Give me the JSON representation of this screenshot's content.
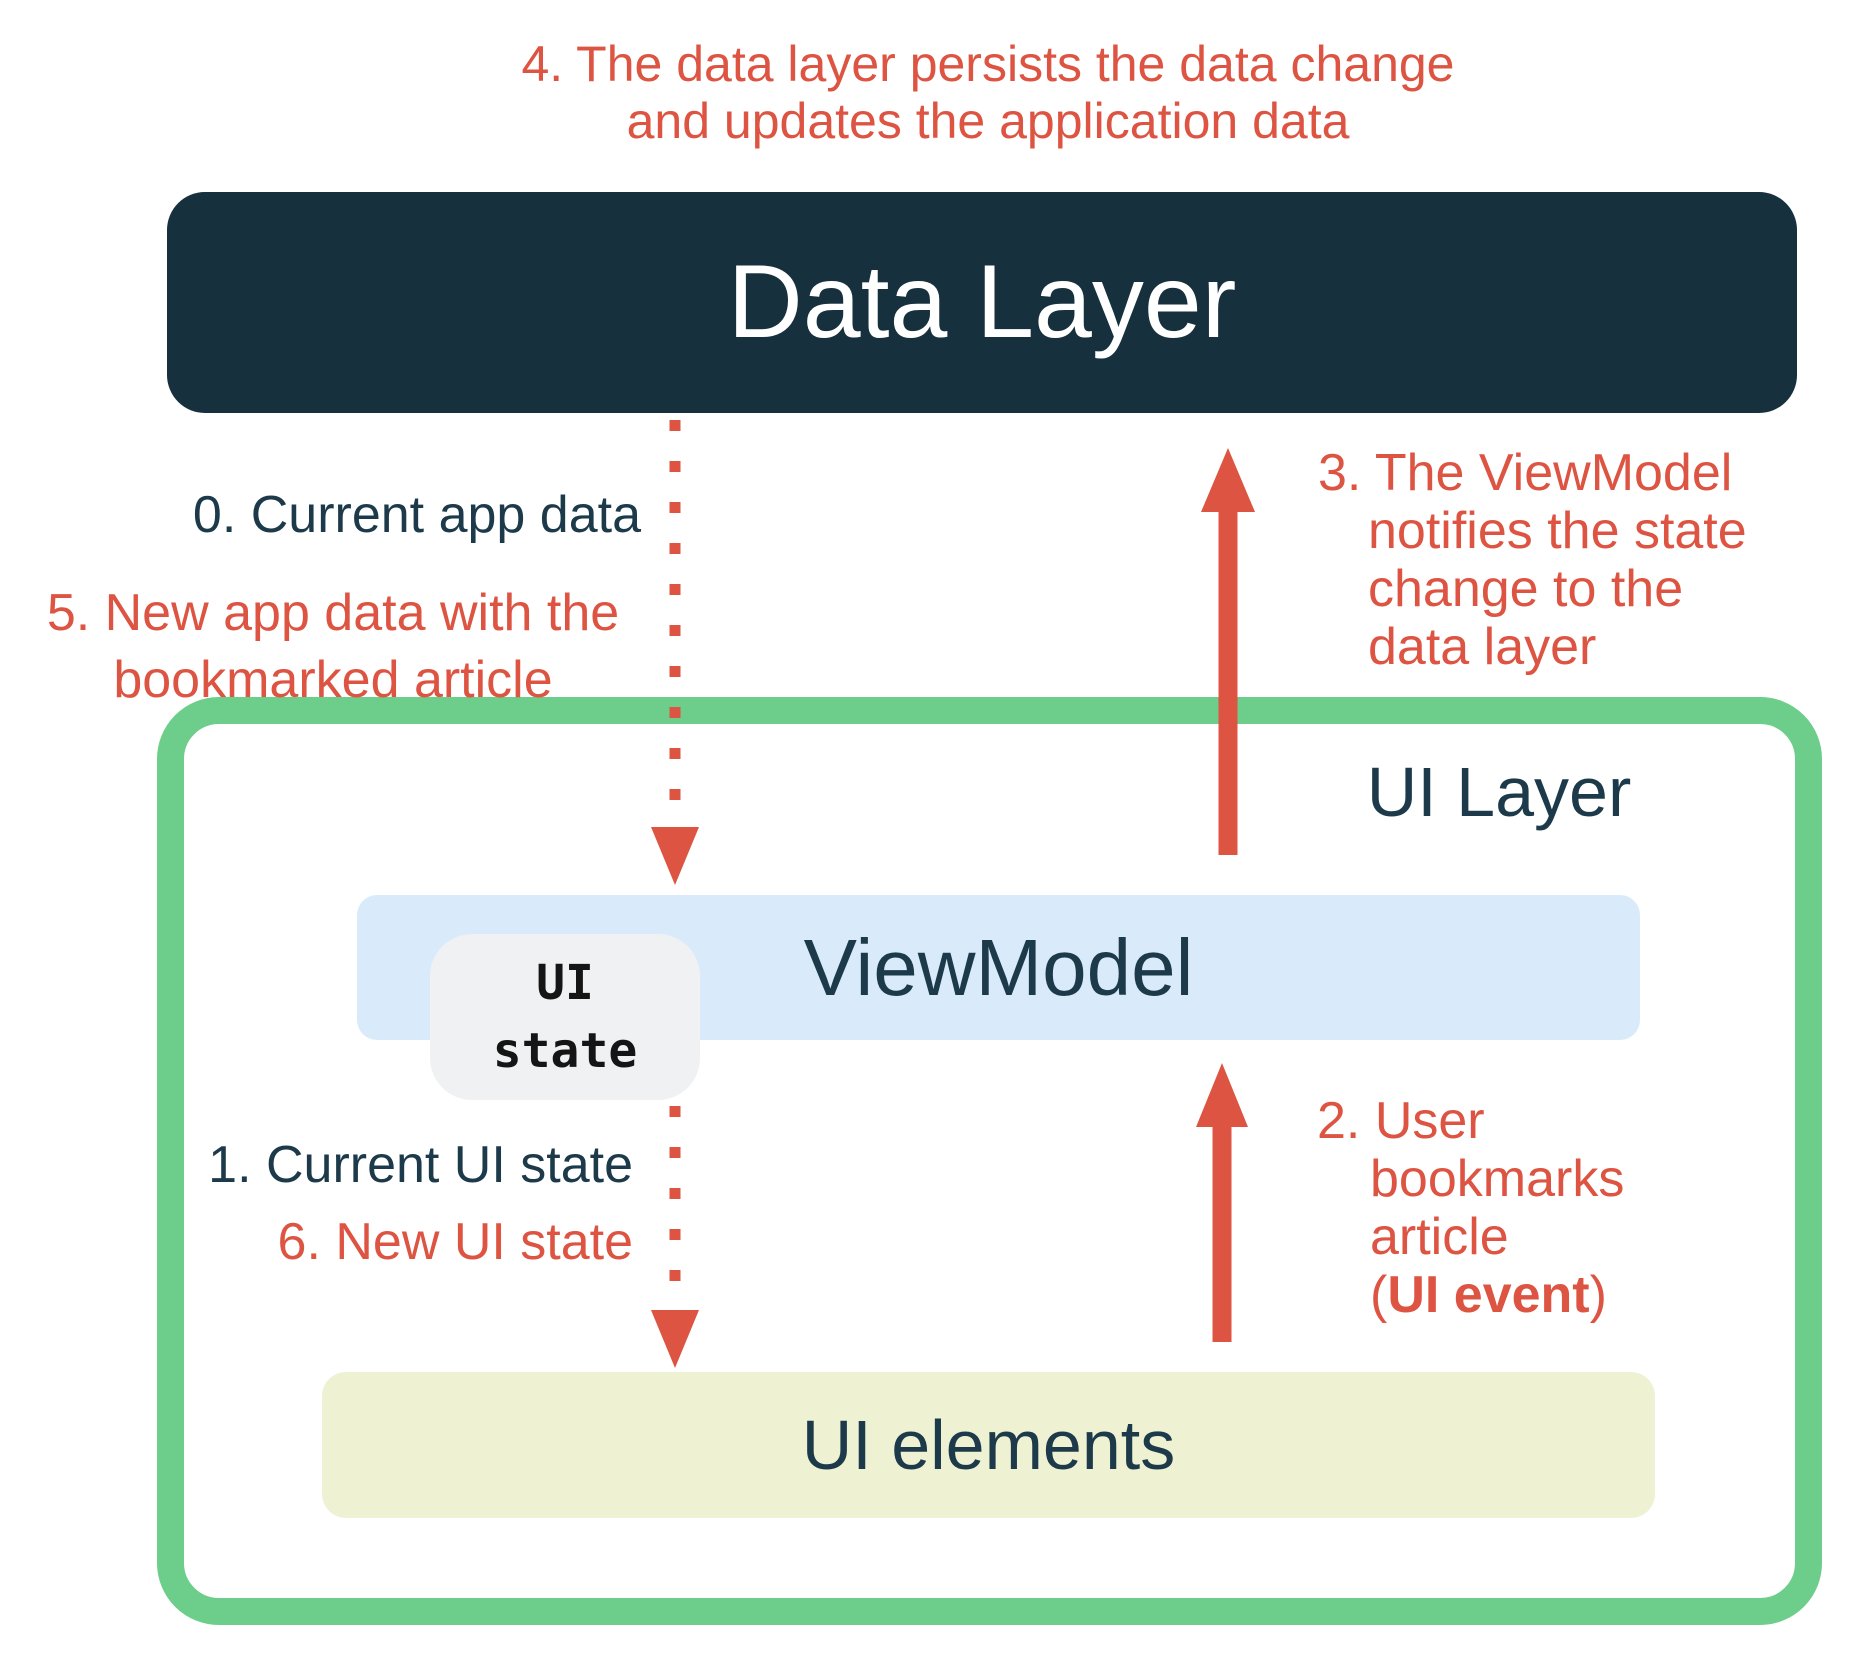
{
  "colors": {
    "red": "#dd5442",
    "navy_box": "#16303e",
    "navy_text": "#1d3a4b",
    "green": "#6dcd8b",
    "light_blue": "#d9ebfb",
    "pale_yellow": "#eef2d2",
    "chip_gray": "#eff1f2",
    "white": "#ffffff"
  },
  "top_note": {
    "line1": "4. The data layer persists the data change",
    "line2": "and updates the application data"
  },
  "data_layer": {
    "title": "Data Layer"
  },
  "ui_layer": {
    "label": "UI Layer"
  },
  "viewmodel": {
    "label": "ViewModel"
  },
  "ui_state_chip": {
    "lines": [
      "UI",
      "state"
    ]
  },
  "ui_elements": {
    "label": "UI elements"
  },
  "labels": {
    "step0": "0. Current app data",
    "step5_lines": [
      "5. New app data with the",
      "bookmarked article"
    ],
    "step1": "1. Current UI state",
    "step6": "6. New UI state",
    "step3_lines": [
      "3. The ViewModel",
      "notifies the state",
      "change to the",
      "data layer"
    ],
    "step2_lines": [
      "2. User",
      "bookmarks",
      "article"
    ],
    "step2_event": {
      "prefix": "(",
      "bold": "UI event",
      "suffix": ")"
    }
  }
}
